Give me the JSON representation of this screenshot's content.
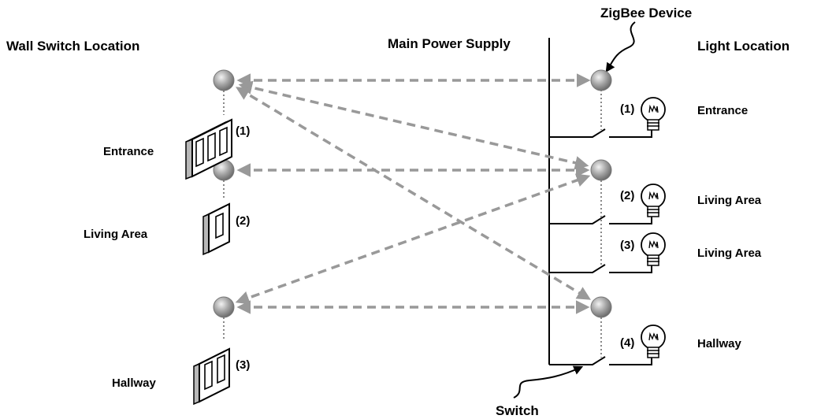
{
  "headers": {
    "wall_switch_location": "Wall Switch Location",
    "main_power_supply": "Main Power Supply",
    "zigbee_device": "ZigBee Device",
    "light_location": "Light Location",
    "switch": "Switch"
  },
  "wall_switches": [
    {
      "room": "Entrance",
      "number": "(1)",
      "gangs": 3
    },
    {
      "room": "Living Area",
      "number": "(2)",
      "gangs": 1
    },
    {
      "room": "Hallway",
      "number": "(3)",
      "gangs": 2
    }
  ],
  "lights": [
    {
      "room": "Entrance",
      "number": "(1)"
    },
    {
      "room": "Living Area",
      "number": "(2)"
    },
    {
      "room": "Living Area",
      "number": "(3)"
    },
    {
      "room": "Hallway",
      "number": "(4)"
    }
  ],
  "colors": {
    "node": "#9a9a9a",
    "link": "#999999",
    "wire": "#000000"
  }
}
